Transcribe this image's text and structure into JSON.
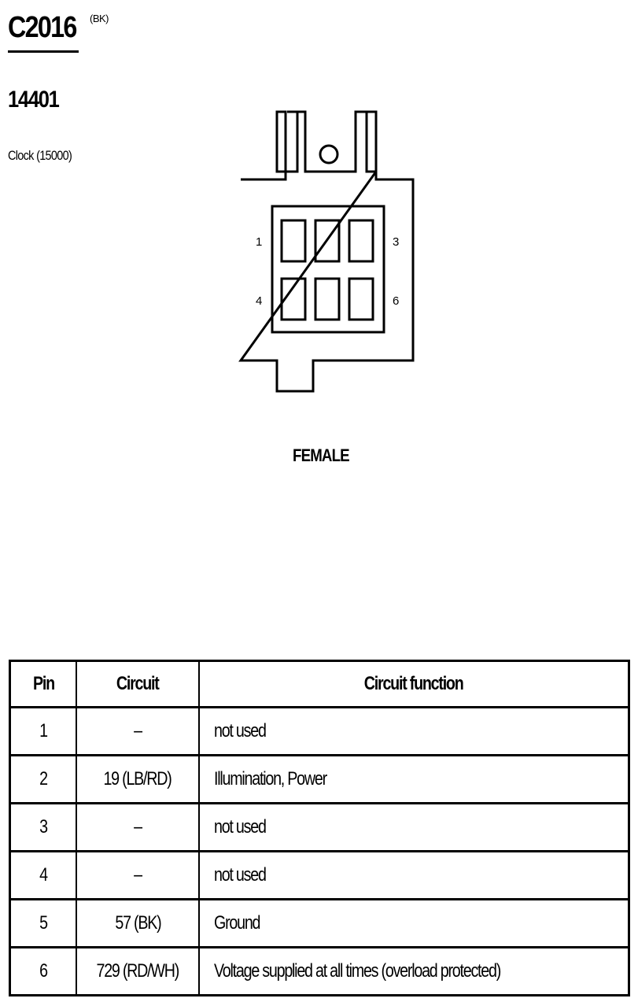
{
  "header": {
    "connector_id": "C2016",
    "connector_color": "(BK)",
    "part_number": "14401",
    "component_name": "Clock (15000)"
  },
  "connector_view": {
    "gender_label": "FEMALE",
    "pin_labels": [
      "1",
      "3",
      "4",
      "6"
    ]
  },
  "pin_table": {
    "headers": [
      "Pin",
      "Circuit",
      "Circuit function"
    ],
    "rows": [
      {
        "pin": "1",
        "circuit": "–",
        "function": "not used"
      },
      {
        "pin": "2",
        "circuit": "19 (LB/RD)",
        "function": "Illumination, Power"
      },
      {
        "pin": "3",
        "circuit": "–",
        "function": "not used"
      },
      {
        "pin": "4",
        "circuit": "–",
        "function": "not used"
      },
      {
        "pin": "5",
        "circuit": "57 (BK)",
        "function": "Ground"
      },
      {
        "pin": "6",
        "circuit": "729 (RD/WH)",
        "function": "Voltage supplied at all times (overload protected)"
      }
    ]
  }
}
